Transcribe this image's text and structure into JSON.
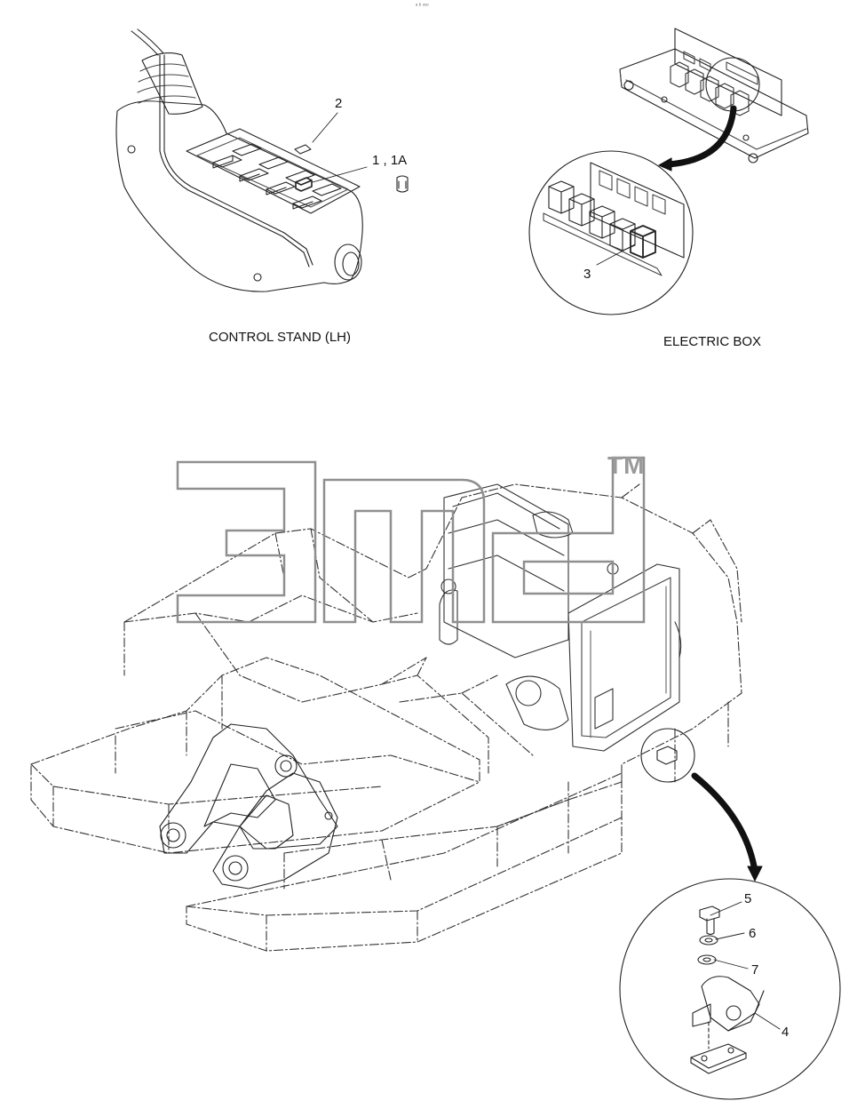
{
  "header": {
    "code": "ᵃ ᵇ ᵒᵒᵒ"
  },
  "captions": {
    "control_stand": "CONTROL STAND (LH)",
    "electric_box": "ELECTRIC BOX"
  },
  "callouts": {
    "c2": "2",
    "c1": "1 , 1A",
    "c3": "3",
    "c4": "4",
    "c5": "5",
    "c6": "6",
    "c7": "7"
  },
  "watermark": {
    "text": "3md",
    "tm": "TM"
  }
}
